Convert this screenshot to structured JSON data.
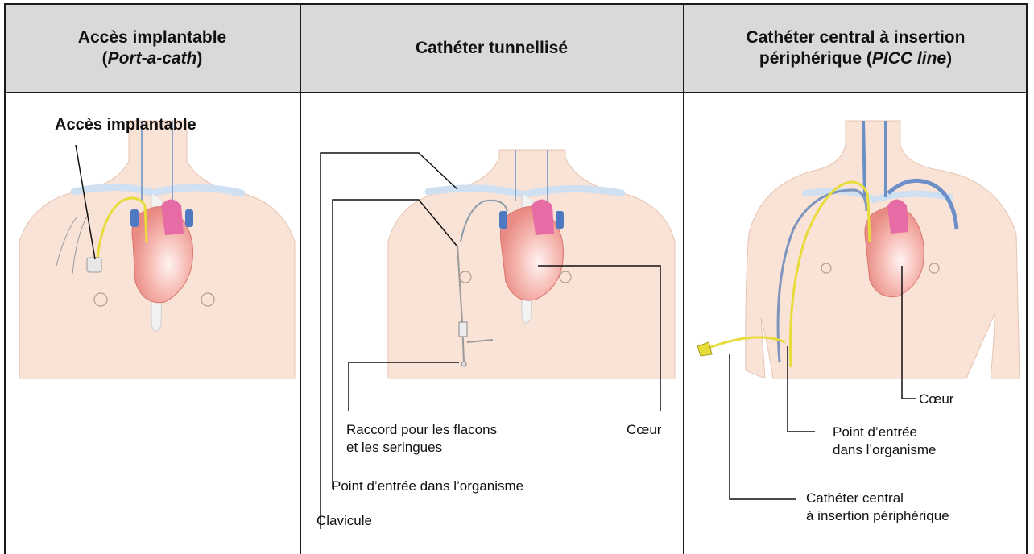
{
  "columns": [
    {
      "title_line1": "Accès implantable",
      "title_line2_open": "(",
      "title_line2_italic": "Port-a-cath",
      "title_line2_close": ")",
      "labels": {
        "port": "Accès implantable"
      }
    },
    {
      "title": "Cathéter tunnellisé",
      "labels": {
        "connector_line1": "Raccord pour les flacons",
        "connector_line2": "et les seringues",
        "heart": "Cœur",
        "entry": "Point d’entrée dans l’organisme",
        "clavicle": "Clavicule"
      }
    },
    {
      "title_line1": "Cathéter central à insertion",
      "title_line2_prefix": "périphérique (",
      "title_line2_italic": "PICC line",
      "title_line2_close": ")",
      "labels": {
        "heart": "Cœur",
        "entry_line1": "Point d’entrée",
        "entry_line2": "dans l’organisme",
        "picc_line1": "Cathéter central",
        "picc_line2": "à insertion périphérique"
      }
    }
  ],
  "colors": {
    "header_bg": "#d9d9d9",
    "skin": "#f9e2d6",
    "skin_line": "#c9a391",
    "heart": "#f0a7a0",
    "heart_dark": "#e0776f",
    "vein_blue": "#6c8fc7",
    "artery_pink": "#e46aa0",
    "catheter_yellow": "#e8dc3a",
    "bone": "#d7e6f5"
  }
}
